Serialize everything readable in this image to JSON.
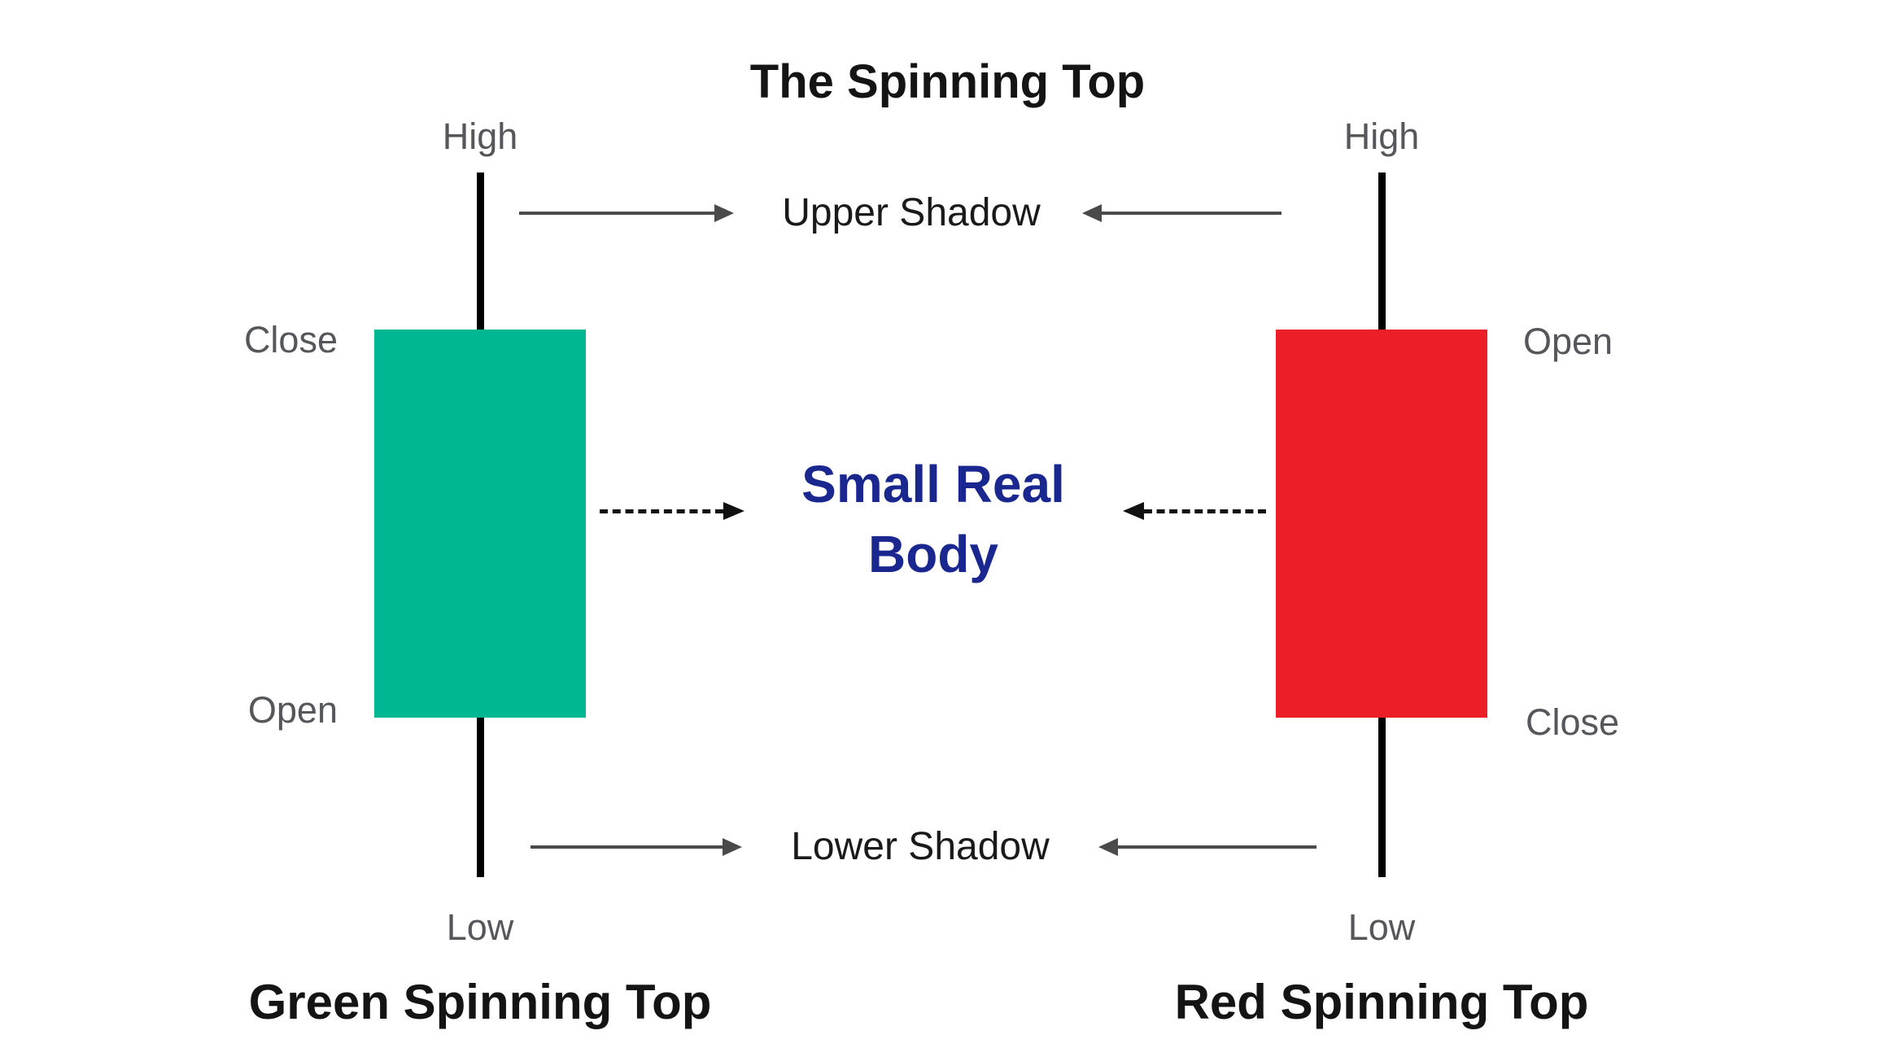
{
  "title": "The Spinning Top",
  "colors": {
    "green_candle": "#00B794",
    "red_candle": "#EC1E28",
    "wick_black": "#000000",
    "accent_text": "#19278F",
    "label_gray": "#55575A",
    "shadow_text": "#1A1A1A",
    "text_black": "#141414",
    "arrow_gray": "#4A4A4A",
    "dashed_arrow": "#111111"
  },
  "annotations": {
    "upper_shadow": "Upper Shadow",
    "small_real_body_line1": "Small Real",
    "small_real_body_line2": "Body",
    "lower_shadow": "Lower Shadow",
    "arrows": [
      {
        "name": "upper-shadow-arrow-from-green",
        "style": "solid",
        "direction": "right"
      },
      {
        "name": "upper-shadow-arrow-from-red",
        "style": "solid",
        "direction": "left"
      },
      {
        "name": "small-real-body-arrow-from-green",
        "style": "dashed",
        "direction": "right"
      },
      {
        "name": "small-real-body-arrow-from-red",
        "style": "dashed",
        "direction": "left"
      },
      {
        "name": "lower-shadow-arrow-from-green",
        "style": "solid",
        "direction": "right"
      },
      {
        "name": "lower-shadow-arrow-from-red",
        "style": "solid",
        "direction": "left"
      }
    ]
  },
  "green_candle": {
    "caption": "Green Spinning Top",
    "labels": {
      "high": "High",
      "close": "Close",
      "open": "Open",
      "low": "Low"
    }
  },
  "red_candle": {
    "caption": "Red Spinning Top",
    "labels": {
      "high": "High",
      "open": "Open",
      "close": "Close",
      "low": "Low"
    }
  }
}
